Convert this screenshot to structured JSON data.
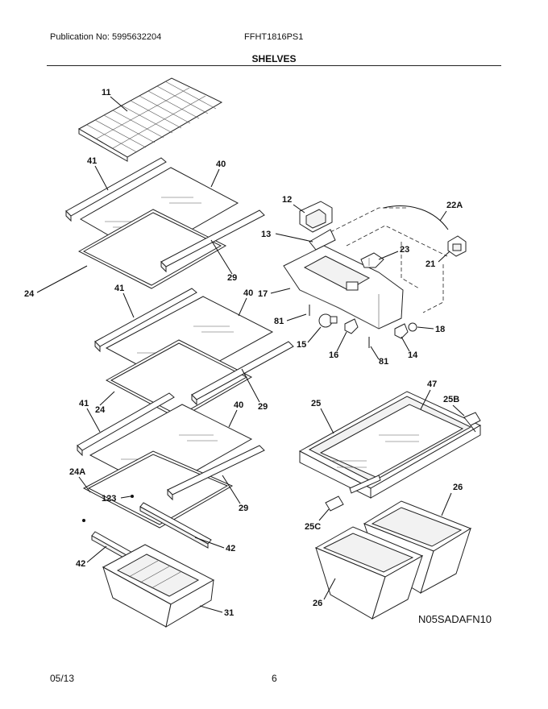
{
  "header": {
    "publication": "Publication No: 5995632204",
    "model": "FFHT1816PS1",
    "section_title": "SHELVES"
  },
  "footer": {
    "date": "05/13",
    "page": "6"
  },
  "diagram": {
    "code": "N05SADAFN10",
    "callouts": [
      "11",
      "41",
      "40",
      "24",
      "29",
      "41",
      "40",
      "24",
      "29",
      "41",
      "40",
      "24A",
      "123",
      "29",
      "42",
      "42",
      "31",
      "12",
      "22A",
      "13",
      "23",
      "21",
      "17",
      "81",
      "15",
      "16",
      "81",
      "14",
      "18",
      "47",
      "25",
      "25B",
      "26",
      "25C",
      "26"
    ]
  }
}
